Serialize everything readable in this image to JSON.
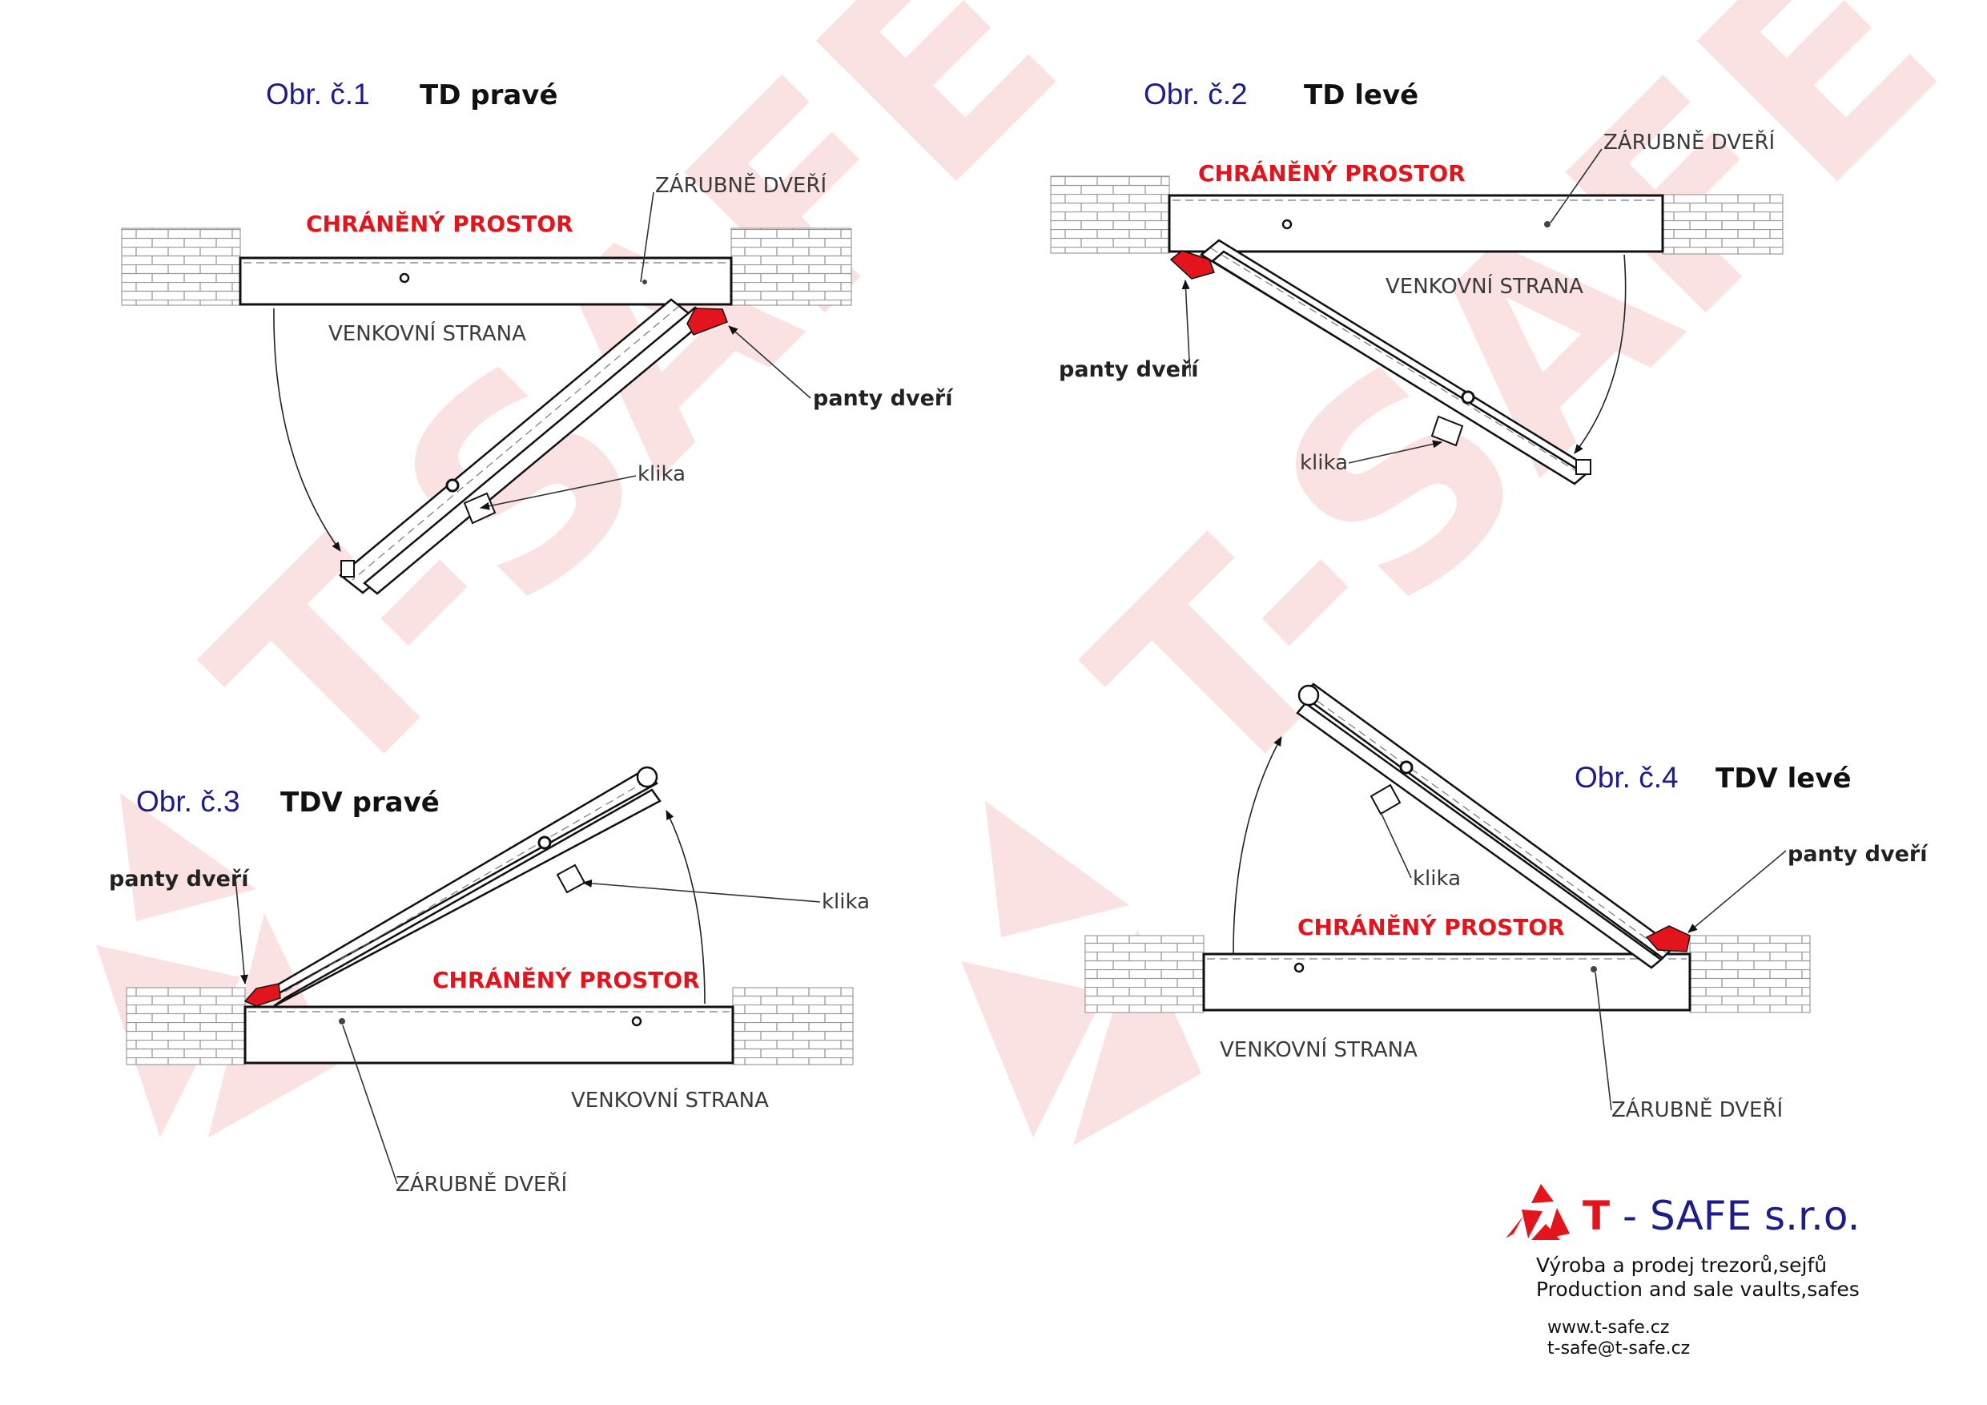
{
  "colors": {
    "navy": "#1c1d8a",
    "red": "#e3141b",
    "watermark": "#fbe2e2",
    "text": "#111111"
  },
  "watermark": "T-SAFE",
  "figures": [
    {
      "num": "Obr. č.1",
      "type": "TD pravé",
      "protected": "CHRÁNĚNÝ PROSTOR",
      "outside": "VENKOVNÍ STRANA",
      "frame": "ZÁRUBNĚ DVEŘÍ",
      "hinges": "panty dveří",
      "handle": "klika"
    },
    {
      "num": "Obr. č.2",
      "type": "TD levé",
      "protected": "CHRÁNĚNÝ PROSTOR",
      "outside": "VENKOVNÍ STRANA",
      "frame": "ZÁRUBNĚ DVEŘÍ",
      "hinges": "panty dveří",
      "handle": "klika"
    },
    {
      "num": "Obr. č.3",
      "type": "TDV pravé",
      "protected": "CHRÁNĚNÝ PROSTOR",
      "outside": "VENKOVNÍ STRANA",
      "frame": "ZÁRUBNĚ DVEŘÍ",
      "hinges": "panty dveří",
      "handle": "klika"
    },
    {
      "num": "Obr. č.4",
      "type": "TDV levé",
      "protected": "CHRÁNĚNÝ PROSTOR",
      "outside": "VENKOVNÍ STRANA",
      "frame": "ZÁRUBNĚ DVEŘÍ",
      "hinges": "panty dveří",
      "handle": "klika"
    }
  ],
  "company": {
    "name_letter": "T",
    "name_rest": " - SAFE s.r.o.",
    "tagline_cz": "Výroba a prodej trezorů,sejfů",
    "tagline_en": "Production and sale vaults,safes",
    "web": "www.t-safe.cz",
    "email": "t-safe@t-safe.cz"
  }
}
